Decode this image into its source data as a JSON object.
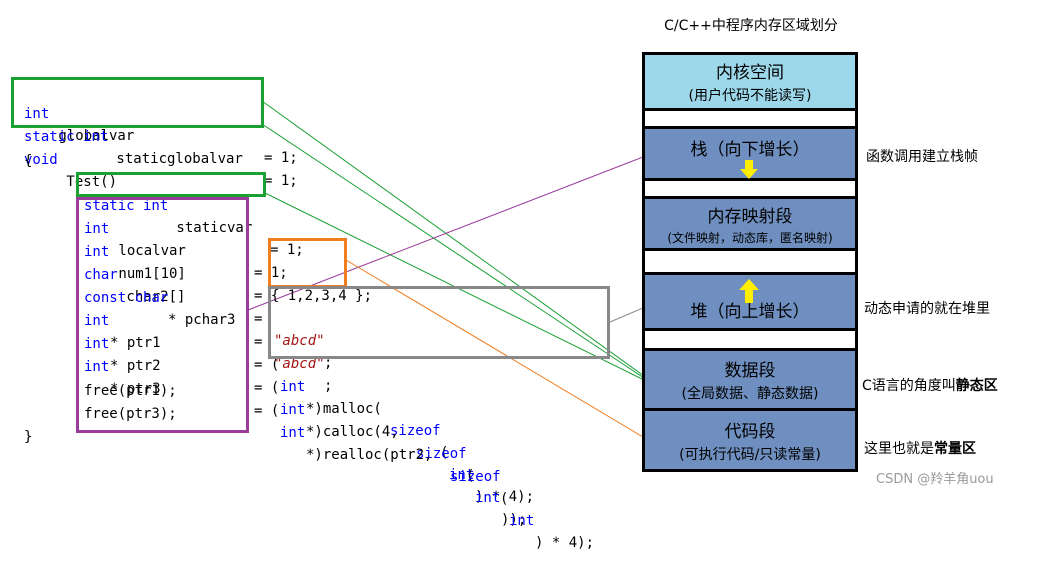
{
  "title": "C/C++中程序内存区域划分",
  "code": {
    "l1": {
      "kw": "int",
      "name": " globalvar",
      "rest": "= 1;"
    },
    "l2": {
      "kw": "static int",
      "name": " staticglobalvar",
      "rest": "= 1;"
    },
    "l3": {
      "kw": "void",
      "rest": " Test()"
    },
    "l4": "{",
    "l5": {
      "kw": "static int",
      "name": " staticvar",
      "rest": "= 1;"
    },
    "l6": {
      "kw": "int",
      "name": " localvar",
      "rest": "= 1;"
    },
    "l7": {
      "kw": "int",
      "name": " num1[10]",
      "rest": "= { 1,2,3,4 };"
    },
    "l8": {
      "kw": "char",
      "name": " char2[]",
      "eq": "= ",
      "str": "\"abcd\"",
      "tail": ";"
    },
    "l9": {
      "kw": "const char",
      "name": "* pchar3",
      "eq": "= ",
      "str": "\"abcd\"",
      "tail": ";"
    },
    "l10": {
      "kw": "int",
      "name": "* ptr1",
      "eq": "= (",
      "kw2": "int",
      "mid": "*)malloc(",
      "kw3": "sizeof",
      "m2": "(",
      "kw4": "int",
      "tail": ") * 4);"
    },
    "l11": {
      "kw": "int",
      "name": "* ptr2",
      "eq": "= (",
      "kw2": "int",
      "mid": "*)calloc(4, ",
      "kw3": "sizeof",
      "m2": "(",
      "kw4": "int",
      "tail": "));"
    },
    "l12": {
      "kw": "int",
      "name": "* ptr3",
      "eq": "= (",
      "kw2": "int",
      "mid": "*)realloc(ptr2, ",
      "kw3": "sizeof",
      "m2": "(",
      "kw4": "int",
      "tail": ") * 4);"
    },
    "l13": "free(ptr1);",
    "l14": "free(ptr3);",
    "l15": "}"
  },
  "memory": {
    "kernel": {
      "name": "内核空间",
      "sub": "(用户代码不能读写)"
    },
    "stack": {
      "name": "栈（向下增长）"
    },
    "mmap": {
      "name": "内存映射段",
      "sub": "(文件映射，动态库，匿名映射)"
    },
    "heap": {
      "name": "堆（向上增长）"
    },
    "data": {
      "name": "数据段",
      "sub": "(全局数据、静态数据)"
    },
    "text": {
      "name": "代码段",
      "sub": "(可执行代码/只读常量)"
    }
  },
  "notes": {
    "stack": "函数调用建立栈帧",
    "heap": "动态申请的就在堆里",
    "data_pre": "C语言的角度叫",
    "data_bold": "静态区",
    "text_pre": "这里也就是",
    "text_bold": "常量区"
  },
  "watermark": "CSDN @羚羊角uou",
  "colors": {
    "green": "#1aa033",
    "purple": "#9b3b9b",
    "orange": "#f07d1f",
    "gray": "#888888",
    "segment_dark": "#6e8fbf",
    "segment_light": "#9dd8ea",
    "keyword": "#0000ff",
    "string": "#a31515",
    "arrow": "#ffee00"
  }
}
